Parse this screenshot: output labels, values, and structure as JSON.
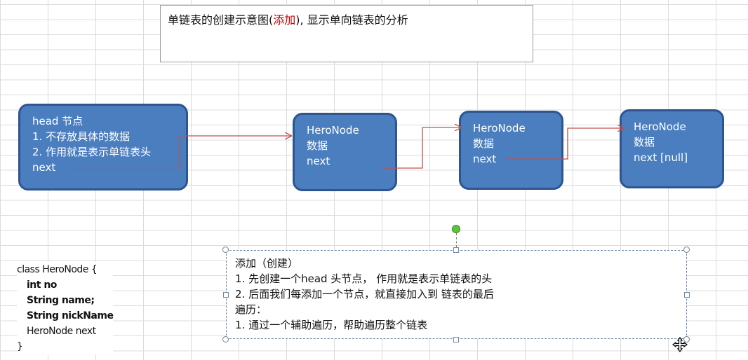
{
  "title": {
    "before": "单链表的创建示意图(",
    "highlight": "添加",
    "after": "), 显示单向链表的分析"
  },
  "head_node": {
    "lines": [
      "head 节点",
      "1. 不存放具体的数据",
      "2. 作用就是表示单链表头",
      "next"
    ]
  },
  "nodes": [
    {
      "lines": [
        "HeroNode",
        "数据",
        "next"
      ]
    },
    {
      "lines": [
        "HeroNode",
        "数据",
        "next"
      ]
    },
    {
      "lines": [
        "HeroNode",
        "数据",
        "next [null]"
      ]
    }
  ],
  "class_def": {
    "lines": [
      "class HeroNode {",
      "int no",
      "String name;",
      "String nickName",
      "HeroNode next",
      "}"
    ]
  },
  "notes": {
    "lines": [
      "添加（创建）",
      "1. 先创建一个head 头节点， 作用就是表示单链表的头",
      "2. 后面我们每添加一个节点，就直接加入到 链表的最后",
      "遍历：",
      "1.  通过一个辅助遍历，帮助遍历整个链表"
    ]
  },
  "colors": {
    "node_fill": "#4a7ebf",
    "node_border": "#2e5590",
    "arrow": "#c0504d",
    "highlight_text": "#c00000",
    "rotate_handle": "#5cc33a"
  },
  "icons": [
    "move-cursor-icon",
    "rotate-handle"
  ]
}
